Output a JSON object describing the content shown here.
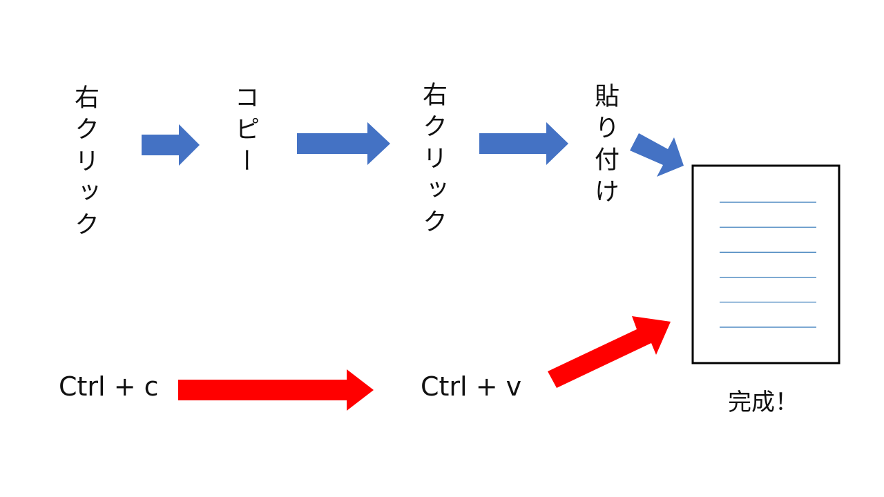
{
  "mouse_steps": [
    {
      "label": "右クリック"
    },
    {
      "label": "コピー"
    },
    {
      "label": "右クリック"
    },
    {
      "label": "貼り付け"
    }
  ],
  "keyboard_steps": [
    {
      "label": "Ctrl + c"
    },
    {
      "label": "Ctrl + v"
    }
  ],
  "result": {
    "label": "完成！",
    "document_line_count": 6
  },
  "colors": {
    "mouse_arrow": "#4472C4",
    "keyboard_arrow": "#FF0000",
    "document_border": "#000000",
    "document_line": "#2E75B6",
    "text": "#111111"
  }
}
